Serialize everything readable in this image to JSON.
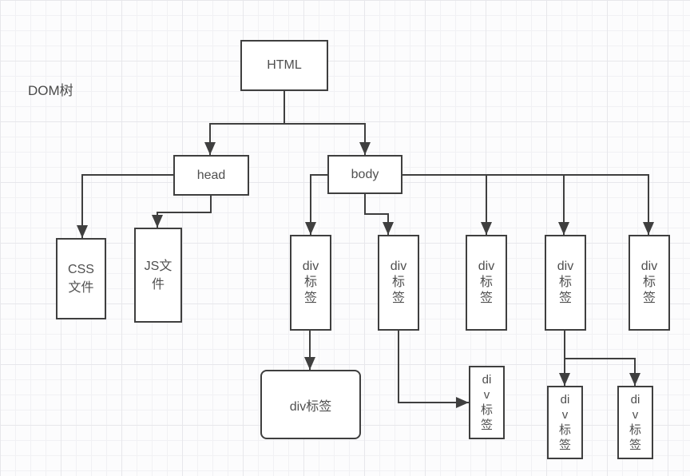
{
  "page": {
    "background_color": "#fcfcfd",
    "grid_minor_color": "#f1f1f4",
    "grid_major_color": "#e7e7eb"
  },
  "style": {
    "stroke_color": "#3f3f3f",
    "text_color": "#4f4f4f",
    "node_fill_color": "#ffffff"
  },
  "diagram": {
    "caption": "DOM树",
    "nodes": {
      "html": {
        "label": "HTML"
      },
      "head": {
        "label": "head"
      },
      "body": {
        "label": "body"
      },
      "css_file": {
        "label": "CSS\n文件"
      },
      "js_file": {
        "label": "JS文\n件"
      },
      "div_tag_1": {
        "label": "div\n标\n签"
      },
      "div_tag_2": {
        "label": "div\n标\n签"
      },
      "div_tag_3": {
        "label": "div\n标\n签"
      },
      "div_tag_4": {
        "label": "div\n标\n签"
      },
      "div_tag_5": {
        "label": "div\n标\n签"
      },
      "div_tag_wide": {
        "label": "div标签"
      },
      "div_tag_child_a": {
        "label": "di\nv\n标\n签"
      },
      "div_tag_child_b": {
        "label": "di\nv\n标\n签"
      },
      "div_tag_child_c": {
        "label": "di\nv\n标\n签"
      }
    },
    "edges": [
      {
        "from": "html",
        "to": "head"
      },
      {
        "from": "html",
        "to": "body"
      },
      {
        "from": "head",
        "to": "css_file"
      },
      {
        "from": "head",
        "to": "js_file"
      },
      {
        "from": "body",
        "to": "div_tag_1"
      },
      {
        "from": "body",
        "to": "div_tag_2"
      },
      {
        "from": "body",
        "to": "div_tag_3"
      },
      {
        "from": "body",
        "to": "div_tag_4"
      },
      {
        "from": "body",
        "to": "div_tag_5"
      },
      {
        "from": "div_tag_1",
        "to": "div_tag_wide"
      },
      {
        "from": "div_tag_2",
        "to": "div_tag_child_a"
      },
      {
        "from": "div_tag_4",
        "to": "div_tag_child_b"
      },
      {
        "from": "div_tag_4",
        "to": "div_tag_child_c"
      }
    ]
  }
}
